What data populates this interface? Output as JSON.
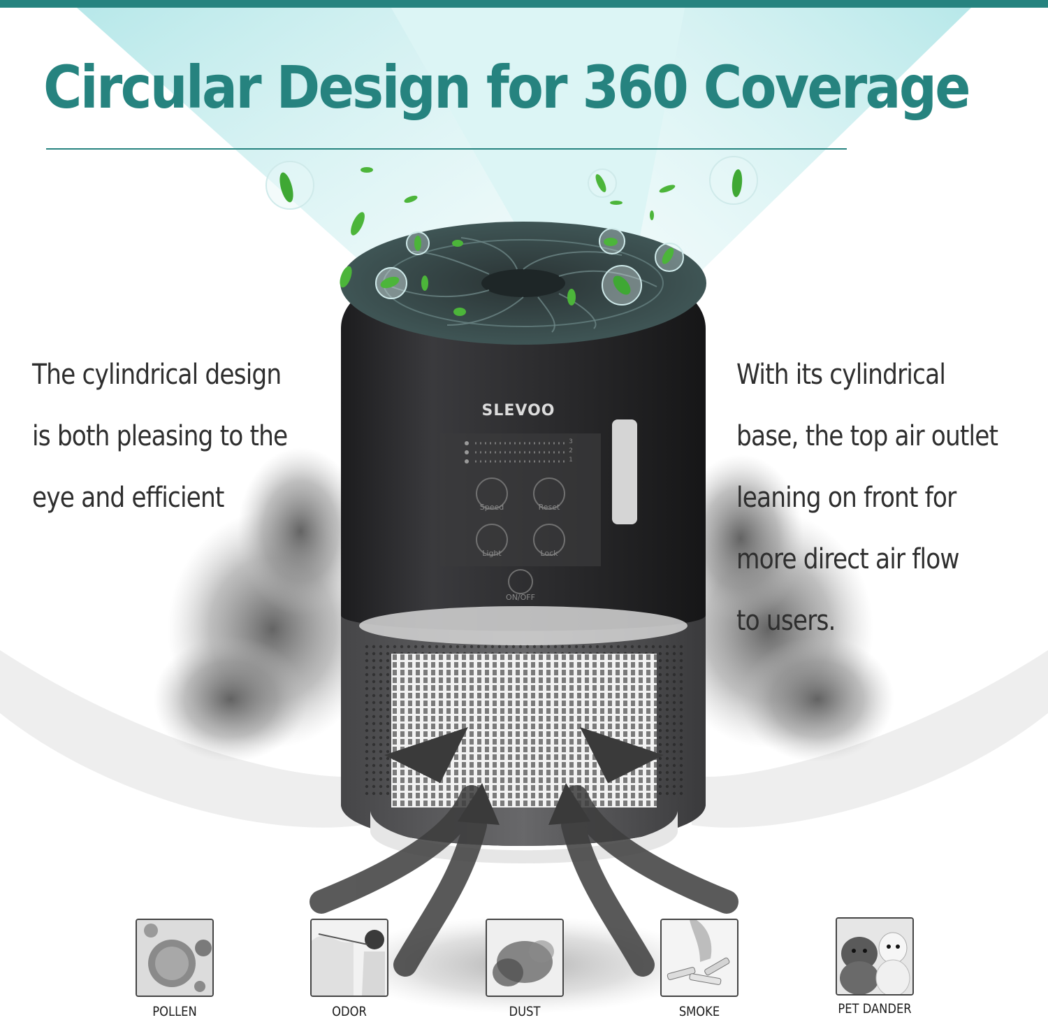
{
  "colors": {
    "accent": "#26837f",
    "text": "#2e2e2e",
    "device": "#2a2a2c"
  },
  "heading": {
    "title": "Circular Design for 360 Coverage"
  },
  "left_copy": {
    "lines": [
      "The cylindrical design",
      "is both pleasing to the",
      "eye and efficient"
    ]
  },
  "right_copy": {
    "lines": [
      "With its cylindrical",
      "base, the top air outlet",
      "leaning on front for",
      "more direct air flow",
      "to users."
    ]
  },
  "device": {
    "brand": "SLEVOO",
    "controls": {
      "speed": "Speed",
      "reset": "Reset",
      "light": "Light",
      "lock": "Lock",
      "power": "ON/OFF",
      "levels": [
        "3",
        "2",
        "1"
      ]
    }
  },
  "categories": [
    {
      "label": "POLLEN",
      "icon": "pollen-icon"
    },
    {
      "label": "ODOR",
      "icon": "odor-icon"
    },
    {
      "label": "DUST",
      "icon": "dust-icon"
    },
    {
      "label": "SMOKE",
      "icon": "smoke-icon"
    },
    {
      "label": "PET DANDER",
      "icon": "pet-dander-icon"
    }
  ]
}
